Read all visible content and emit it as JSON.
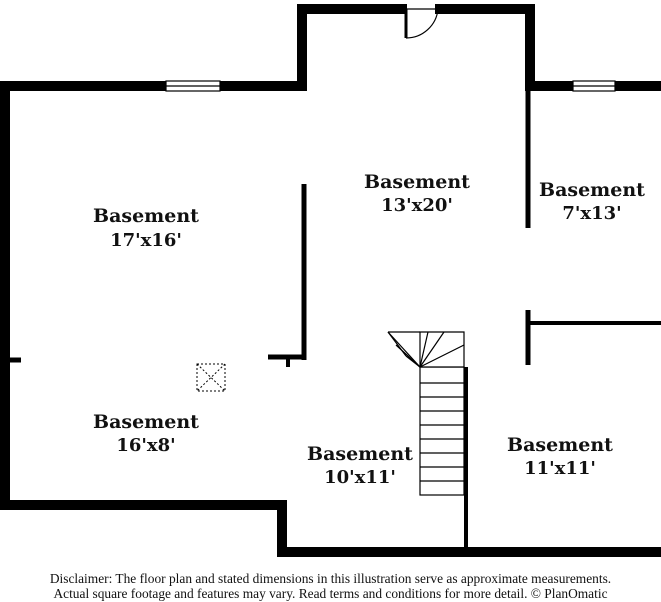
{
  "rooms": [
    {
      "name": "Basement",
      "dims": "17'x16'"
    },
    {
      "name": "Basement",
      "dims": "13'x20'"
    },
    {
      "name": "Basement",
      "dims": "7'x13'"
    },
    {
      "name": "Basement",
      "dims": "16'x8'"
    },
    {
      "name": "Basement",
      "dims": "10'x11'"
    },
    {
      "name": "Basement",
      "dims": "11'x11'"
    }
  ],
  "disclaimer": {
    "line1": "Disclaimer: The floor plan and stated dimensions in this illustration serve as approximate measurements.",
    "line2": "Actual square footage and features may vary. Read terms and conditions for more detail. © PlanOmatic"
  },
  "colors": {
    "wall": "#000000",
    "background": "#ffffff",
    "text": "#111111"
  }
}
